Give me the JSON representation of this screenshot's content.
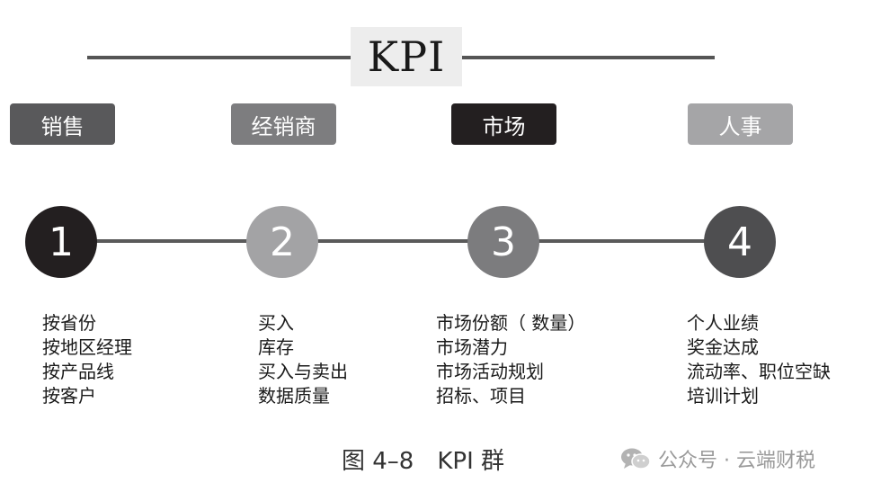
{
  "header": {
    "title": "KPI"
  },
  "categories": [
    {
      "label": "销售",
      "color": "#59595b"
    },
    {
      "label": "经销商",
      "color": "#7d7d7f"
    },
    {
      "label": "市场",
      "color": "#231f20"
    },
    {
      "label": "人事",
      "color": "#a5a5a7"
    }
  ],
  "steps": [
    {
      "number": "1",
      "color": "#231f20",
      "items": [
        "按省份",
        "按地区经理",
        "按产品线",
        "按客户"
      ]
    },
    {
      "number": "2",
      "color": "#a3a3a5",
      "items": [
        "买入",
        "库存",
        "买入与卖出",
        "数据质量"
      ]
    },
    {
      "number": "3",
      "color": "#7c7c7e",
      "items": [
        "市场份额（ 数量）",
        "市场潜力",
        "市场活动规划",
        "招标、项目"
      ]
    },
    {
      "number": "4",
      "color": "#4e4e50",
      "items": [
        "个人业绩",
        "奖金达成",
        "流动率、职位空缺",
        "培训计划"
      ]
    }
  ],
  "caption": "图 4–8　KPI 群",
  "watermark": {
    "text": "公众号 · 云端财税",
    "icon": "wechat-icon"
  }
}
